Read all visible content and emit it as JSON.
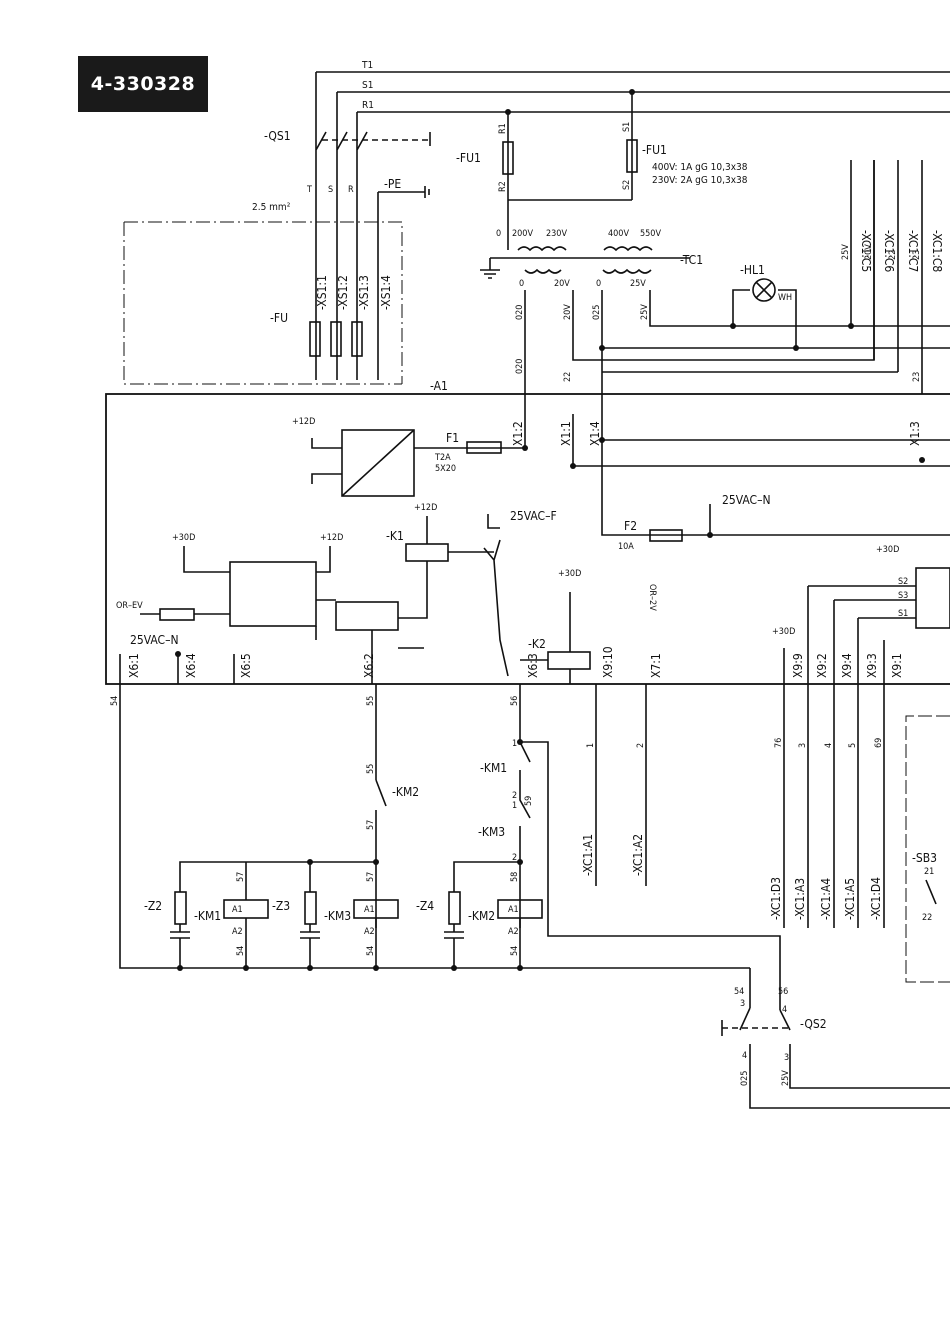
{
  "doc_number": "4-330328",
  "phases": [
    "T1",
    "S1",
    "R1"
  ],
  "switch_qs1": "-QS1",
  "switch_qs2": "-QS2",
  "pe": "-PE",
  "wire_size": "2.5 mm²",
  "phase_short": [
    "T",
    "S",
    "R"
  ],
  "fuse_bank": "-FU",
  "xs_terminals": [
    "-XS1:1",
    "-XS1:2",
    "-XS1:3",
    "-XS1:4"
  ],
  "fuse_fu1_left": "-FU1",
  "fuse_fu1_right": "-FU1",
  "fu1_spec_400": "400V: 1A gG 10,3x38",
  "fu1_spec_230": "230V: 2A gG 10,3x38",
  "fu_pins": [
    "R1",
    "R2",
    "S1",
    "S2"
  ],
  "transformer": "-TC1",
  "tc1_primary_taps": [
    "0",
    "200V",
    "230V",
    "400V",
    "550V"
  ],
  "tc1_secondary_taps": [
    "0",
    "20V",
    "0",
    "25V"
  ],
  "wire_numbers_tc": [
    "020",
    "20V",
    "025",
    "25V"
  ],
  "wire_numbers_a1": [
    "020",
    "22",
    "23"
  ],
  "lamp": "-HL1",
  "lamp_color": "WH",
  "xc_top": [
    "-XC1:C5",
    "-XC1:C6",
    "-XC1:C7",
    "-XC1:C8"
  ],
  "xc_top_wires": [
    "25V",
    "20V",
    "22",
    "23"
  ],
  "board": "-A1",
  "x1_terminals": [
    "X1:2",
    "X1:1",
    "X1:4",
    "X1:3"
  ],
  "fuse_f1": "F1",
  "f1_spec": [
    "T2A",
    "5X20"
  ],
  "fuse_f2": "F2",
  "f2_spec": "10A",
  "supply_labels": [
    "+12D",
    "+12D",
    "+12D",
    "+30D",
    "+30D",
    "+30D",
    "+30D"
  ],
  "vac_n": "25VAC–N",
  "vac_f": "25VAC–F",
  "relays": [
    "-K1",
    "-K2"
  ],
  "or_ev": "OR–EV",
  "or_2v": "OR–2V",
  "x_terminals_bottom": [
    "X6:1",
    "X6:4",
    "X6:5",
    "X6:2",
    "X6:3",
    "X9:10",
    "X7:1",
    "X9:9",
    "X9:2",
    "X9:4",
    "X9:3",
    "X9:1"
  ],
  "s_pins": [
    "S2",
    "S3",
    "S1"
  ],
  "wires_bottom": [
    "54",
    "55",
    "56",
    "1",
    "2",
    "76",
    "3",
    "4",
    "5",
    "69"
  ],
  "xc_bottom_a": [
    "-XC1:A1",
    "-XC1:A2"
  ],
  "xc_bottom_d": [
    "-XC1:D3",
    "-XC1:A3",
    "-XC1:A4",
    "-XC1:A5",
    "-XC1:D4"
  ],
  "contactors": [
    "-KM1",
    "-KM3",
    "-KM2"
  ],
  "contact_km2": "-KM2",
  "contact_km1": "-KM1",
  "contact_km3": "-KM3",
  "rc_filters": [
    "-Z2",
    "-Z3",
    "-Z4"
  ],
  "coil_pins": [
    "A1",
    "A2"
  ],
  "node_wires": [
    "57",
    "57",
    "58",
    "54",
    "54",
    "54",
    "54",
    "59"
  ],
  "contact_pins": [
    "1",
    "2",
    "1",
    "2"
  ],
  "sb3": "-SB3",
  "sb3_pins": [
    "21",
    "22"
  ],
  "qs2_pins_top": [
    "3",
    "4"
  ],
  "qs2_pins_bottom": [
    "4",
    "3"
  ],
  "qs2_wires_top": [
    "54",
    "56"
  ],
  "qs2_wires_bottom": [
    "025",
    "25V"
  ]
}
